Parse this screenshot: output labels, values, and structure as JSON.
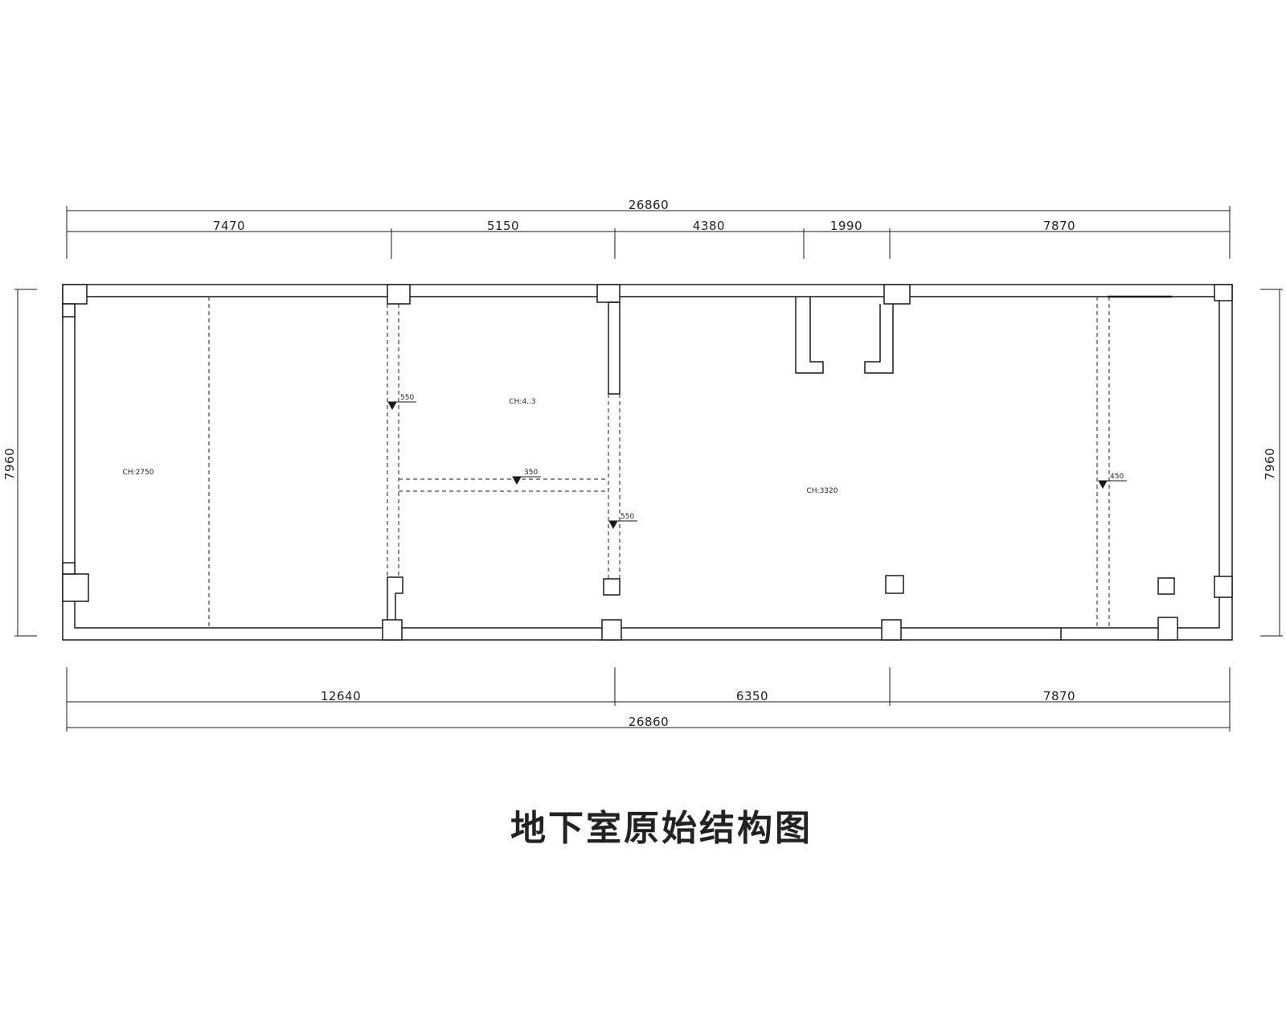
{
  "title": "地下室原始结构图",
  "dimensions": {
    "top_total": "26860",
    "top_segments": [
      "7470",
      "5150",
      "4380",
      "1990",
      "7870"
    ],
    "bottom_segments": [
      "12640",
      "6350",
      "7870"
    ],
    "bottom_total": "26860",
    "left_height": "7960",
    "right_height": "7960"
  },
  "ceiling_labels": {
    "room1": "CH:2750",
    "room2": "CH:4..3",
    "room3": "CH:3320"
  },
  "beam_labels": {
    "beam1": "550",
    "beam2": "350",
    "beam3": "550",
    "beam4": "450"
  },
  "colors": {
    "line": "#1a1a1a",
    "background": "#ffffff"
  }
}
